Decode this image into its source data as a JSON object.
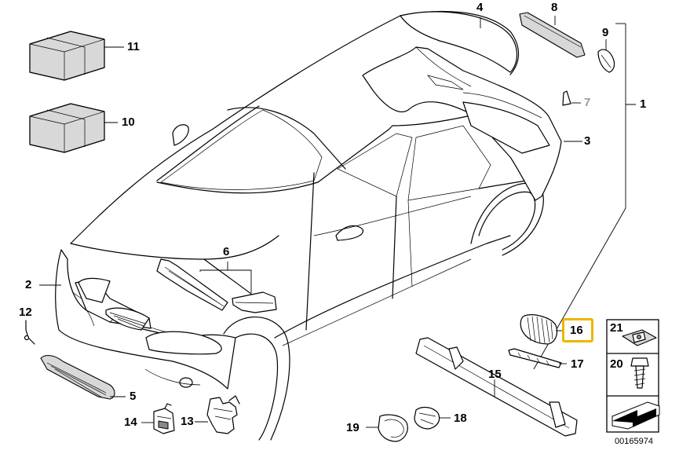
{
  "diagram": {
    "callouts": [
      {
        "id": "c1",
        "text": "1"
      },
      {
        "id": "c2",
        "text": "2"
      },
      {
        "id": "c3",
        "text": "3"
      },
      {
        "id": "c4",
        "text": "4"
      },
      {
        "id": "c5",
        "text": "5"
      },
      {
        "id": "c6",
        "text": "6"
      },
      {
        "id": "c7",
        "text": "7"
      },
      {
        "id": "c8",
        "text": "8"
      },
      {
        "id": "c9",
        "text": "9"
      },
      {
        "id": "c10",
        "text": "10"
      },
      {
        "id": "c11",
        "text": "11"
      },
      {
        "id": "c12",
        "text": "12"
      },
      {
        "id": "c13",
        "text": "13"
      },
      {
        "id": "c14",
        "text": "14"
      },
      {
        "id": "c15",
        "text": "15"
      },
      {
        "id": "c16",
        "text": "16"
      },
      {
        "id": "c17",
        "text": "17"
      },
      {
        "id": "c18",
        "text": "18"
      },
      {
        "id": "c19",
        "text": "19"
      },
      {
        "id": "c20",
        "text": "20"
      },
      {
        "id": "c21",
        "text": "21"
      }
    ],
    "highlighted_part": "16",
    "highlight_color": "#f0b400",
    "diagram_number": "00165974"
  }
}
